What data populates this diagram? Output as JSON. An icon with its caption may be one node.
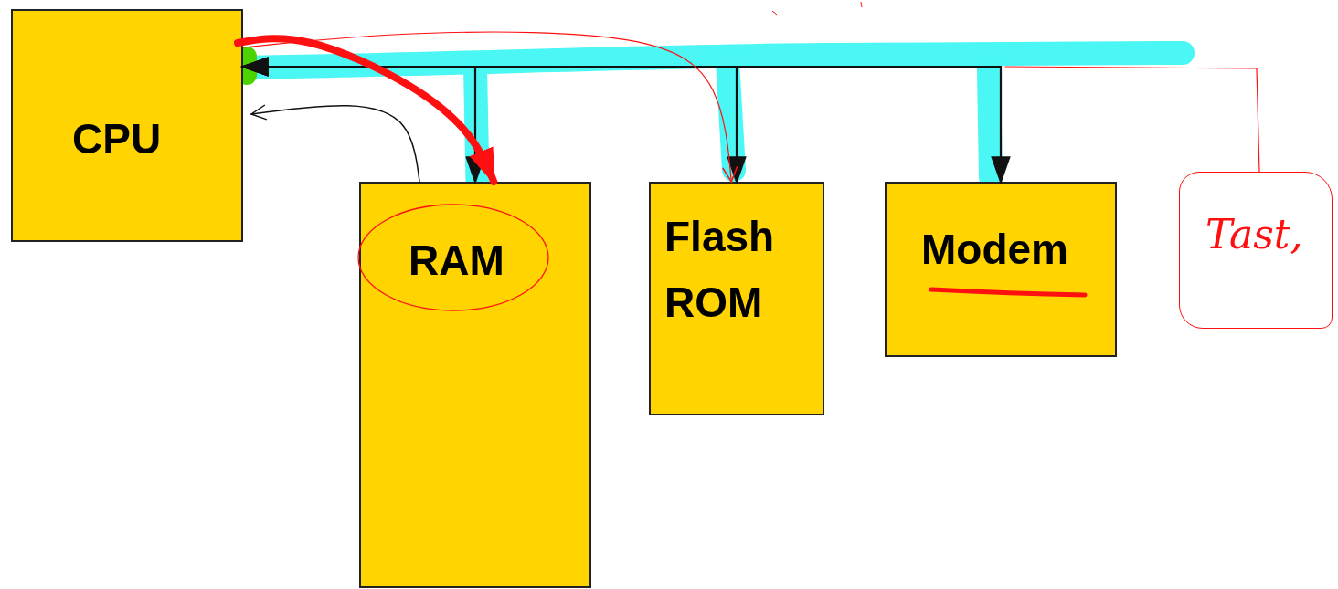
{
  "diagram": {
    "nodes": [
      {
        "text": [
          "CPU"
        ]
      },
      {
        "text": [
          "RAM"
        ]
      },
      {
        "text": [
          "Flash ROM"
        ]
      },
      {
        "text": [
          "Modem"
        ]
      },
      {
        "text": [
          "Tast,"
        ]
      }
    ],
    "edges": [
      {
        "from": 0,
        "to": 1,
        "arrow": "both"
      },
      {
        "from": 0,
        "to": 2,
        "arrow": "both"
      },
      {
        "from": 0,
        "to": 3,
        "arrow": "both"
      },
      {
        "from": 0,
        "to": 1,
        "arrow": "to",
        "style": "thick",
        "color": "#ff1010"
      },
      {
        "from": 1,
        "to": 0,
        "arrow": "to"
      },
      {
        "from": 0,
        "to": 2,
        "arrow": "to",
        "color": "#ff1010"
      },
      {
        "from": 4,
        "to": null,
        "arrow": "none",
        "color": "#ff1010"
      }
    ]
  }
}
